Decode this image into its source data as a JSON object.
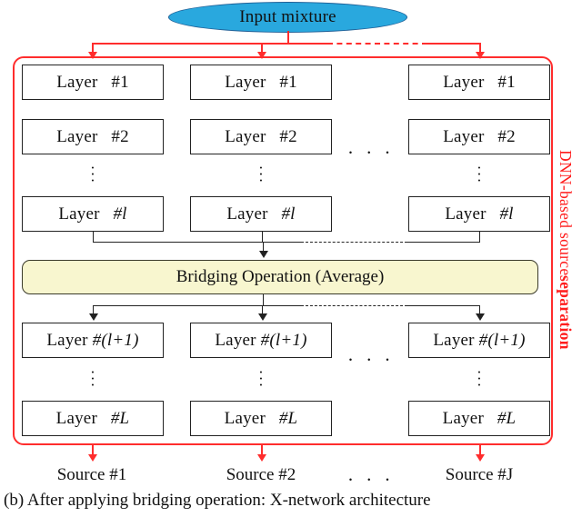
{
  "figure": {
    "caption": "(b) After applying bridging operation: X-network architecture",
    "enclosure_label_plain": "DNN-based source ",
    "enclosure_label_bold": "separation",
    "accent_red": "#ff2d2d",
    "input_fill": "#29a8de",
    "input_stroke": "#1f5f96",
    "bridge_fill": "#f8f6cf",
    "box_stroke": "#222222"
  },
  "input": {
    "label": "Input mixture"
  },
  "bridge": {
    "label": "Bridging Operation (Average)"
  },
  "ellipsis": {
    "horizontal": "· · ·",
    "vertical_dot": "·"
  },
  "columns": [
    {
      "id": "col-1",
      "upper": [
        {
          "word": "Layer",
          "tag": "#1"
        },
        {
          "word": "Layer",
          "tag": "#2"
        },
        {
          "word": "Layer",
          "tag": "#l"
        }
      ],
      "lower": [
        {
          "word": "Layer",
          "tag": "#(l+1)"
        },
        {
          "word": "Layer",
          "tag": "#L"
        }
      ],
      "source": "Source #1"
    },
    {
      "id": "col-2",
      "upper": [
        {
          "word": "Layer",
          "tag": "#1"
        },
        {
          "word": "Layer",
          "tag": "#2"
        },
        {
          "word": "Layer",
          "tag": "#l"
        }
      ],
      "lower": [
        {
          "word": "Layer",
          "tag": "#(l+1)"
        },
        {
          "word": "Layer",
          "tag": "#L"
        }
      ],
      "source": "Source #2"
    },
    {
      "id": "col-J",
      "upper": [
        {
          "word": "Layer",
          "tag": "#1"
        },
        {
          "word": "Layer",
          "tag": "#2"
        },
        {
          "word": "Layer",
          "tag": "#l"
        }
      ],
      "lower": [
        {
          "word": "Layer",
          "tag": "#(l+1)"
        },
        {
          "word": "Layer",
          "tag": "#L"
        }
      ],
      "source": "Source #J"
    }
  ]
}
